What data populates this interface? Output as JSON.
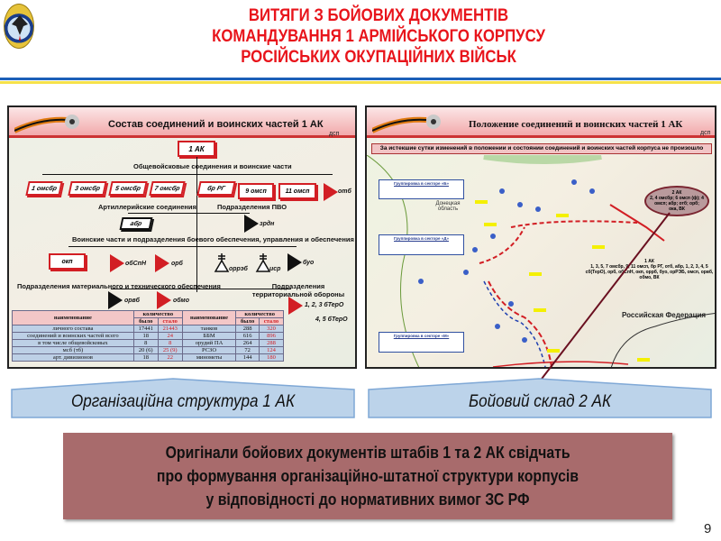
{
  "slide": {
    "title_lines": [
      "ВИТЯГИ З БОЙОВИХ ДОКУМЕНТІВ",
      "КОМАНДУВАННЯ  1 АРМІЙСЬКОГО КОРПУСУ",
      "РОСІЙСЬКИХ ОКУПАЦІЙНИХ ВІЙСЬК"
    ],
    "page_number": "9",
    "colors": {
      "title": "#e8141b",
      "stripe_blue": "#1c5fb8",
      "stripe_yellow": "#f6e24a",
      "callout": "#bcd3ea",
      "conclusion": "#a86b6c"
    }
  },
  "left_doc": {
    "title": "Состав соединений и воинских частей 1 АК",
    "classification": "дсп",
    "root": "1 АК",
    "sections": {
      "combined_arms": "Общевойсковые соединения и воинские части",
      "artillery": "Артиллерийские соединения",
      "air_defense": "Подразделения ПВО",
      "support": "Воинские части и подразделения боевого обеспечения,  управления и обеспечения",
      "logistics": "Подразделения материального и технического обеспечения",
      "territorial": "Подразделения территориальной обороны"
    },
    "units": {
      "u1": "1 омсбр",
      "u3": "3 омсбр",
      "u5": "5 омсбр",
      "u7": "7 омсбр",
      "brrg": "бр РГ",
      "u9": "9 омсп",
      "u11": "11 омсп",
      "otb": "отб",
      "abr": "абр",
      "zrdn": "зрдн",
      "okp": "окп",
      "obspn": "обСпН",
      "orb": "орб",
      "orreb": "оррэб",
      "isr": "иср",
      "buo": "буо",
      "orvb": "орвб",
      "obmo": "обмо",
      "btero1": "1, 2, 3 бТерО",
      "btero2": "4, 5 бТерО"
    },
    "table": {
      "h_name": "наименование",
      "h_qty": "количество",
      "h_was": "было",
      "h_now": "стало",
      "rows": [
        {
          "a": "личного состава",
          "aw": "17441",
          "an": "21443",
          "b": "танков",
          "bw": "288",
          "bn": "320"
        },
        {
          "a": "соединений и воинских частей всего",
          "aw": "18",
          "an": "24",
          "b": "ББМ",
          "bw": "616",
          "bn": "896"
        },
        {
          "a": "в том числе общевойсковых",
          "aw": "8",
          "an": "8",
          "b": "орудий ПА",
          "bw": "264",
          "bn": "288"
        },
        {
          "a": "мсб (тб)",
          "aw": "20 (6)",
          "an": "25 (9)",
          "b": "РСЗО",
          "bw": "72",
          "bn": "124"
        },
        {
          "a": "арт. дивизионов",
          "aw": "18",
          "an": "22",
          "b": "минометы",
          "bw": "144",
          "bn": "180"
        }
      ]
    }
  },
  "right_doc": {
    "title": "Положение соединений и воинских частей 1 АК",
    "classification": "дсп",
    "banner": "За истекшие сутки изменений в положении и состоянии соединений и воинских частей корпуса не произошло",
    "sectors": [
      "Группировка в секторе «Б»",
      "Группировка в секторе «Д»",
      "Группировка в секторе «М»"
    ],
    "region": "Донецкая область",
    "country": "Российская Федерация",
    "ak2": {
      "title": "2 АК",
      "units": "2, 4 омсбр; 6 омсп (ф); 4 омсп; абр; отб; орб; ока, ВК"
    },
    "ak1": {
      "title": "1 АК",
      "units": "1, 3, 5, 7 омсбр, 9, 11 омсп, бр РГ, отб, абр, 1, 2, 3, 4, 5 сб(ТерО), орб, обСпН, окп, оррб, буо, орРЭБ, омсп, орвб, обмо, ВК"
    }
  },
  "callouts": {
    "left": "Організаційна структура 1 АК",
    "right": "Бойовий склад 2 АК"
  },
  "conclusion": [
    "Оригінали бойових документів штабів 1 та 2 АК свідчать",
    "про формування організаційно-штатної структури корпусів",
    "у відповідності до нормативних вимог ЗС РФ"
  ]
}
